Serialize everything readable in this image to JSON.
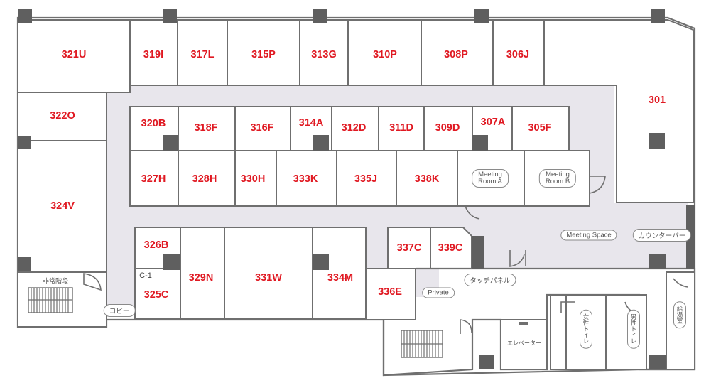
{
  "rooms": {
    "r321U": "321U",
    "r319I": "319I",
    "r317L": "317L",
    "r315P": "315P",
    "r313G": "313G",
    "r310P": "310P",
    "r308P": "308P",
    "r306J": "306J",
    "r301": "301",
    "r322O": "322O",
    "r320B": "320B",
    "r318F": "318F",
    "r316F": "316F",
    "r314A": "314A",
    "r312D": "312D",
    "r311D": "311D",
    "r309D": "309D",
    "r307A": "307A",
    "r305F": "305F",
    "r324V": "324V",
    "r327H": "327H",
    "r328H": "328H",
    "r330H": "330H",
    "r333K": "333K",
    "r335J": "335J",
    "r338K": "338K",
    "r326B": "326B",
    "r329N": "329N",
    "r331W": "331W",
    "r334M": "334M",
    "r337C": "337C",
    "r339C": "339C",
    "r325C": "325C",
    "r336E": "336E",
    "c1": "C-1"
  },
  "facilities": {
    "meeting_room_a": [
      "Meeting",
      "Room A"
    ],
    "meeting_room_b": [
      "Meeting",
      "Room B"
    ],
    "meeting_space": "Meeting Space",
    "counter_bar": "カウンターバー",
    "touch_panel": "タッチパネル",
    "private": "Private",
    "copy": "コピー",
    "emergency_stairs": "非常階段",
    "elevator": "エレベーター",
    "womens_toilet": "女性トイレ",
    "mens_toilet": "男性トイレ",
    "kitchenette": "給湯室"
  },
  "colors": {
    "label_red": "#e01922",
    "corridor": "#e8e6ec",
    "wall": "#6f6f6f",
    "pillar": "#5f5f5f"
  }
}
